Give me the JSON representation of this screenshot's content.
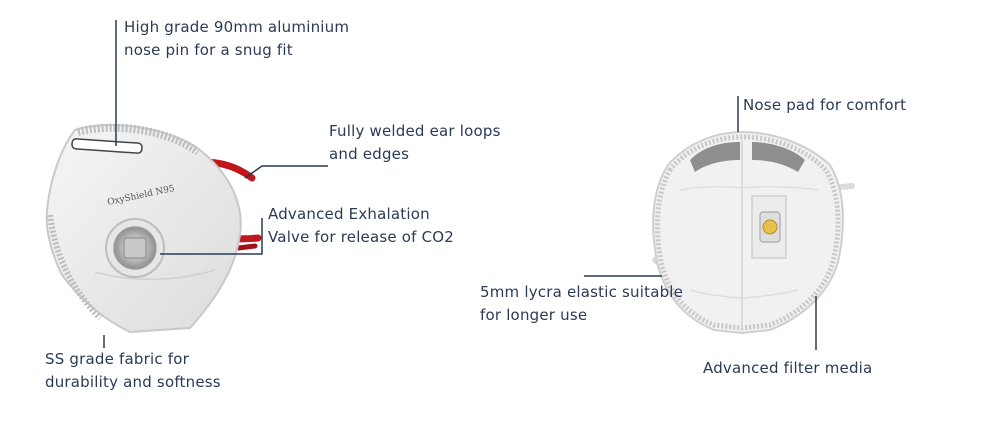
{
  "colors": {
    "text": "#2a3a57",
    "leader_line": "#2a3a57",
    "mask_body": "#eeeeee",
    "mask_edge": "#c9c9c9",
    "ear_loop": "#c0161e",
    "valve": "#b0b0b0",
    "valve_yellow": "#e8c04a",
    "nose_pad": "#8e8e8e"
  },
  "left_mask": {
    "brand_print": "OxyShield N95",
    "callouts": {
      "nose_pin": {
        "line1": "High grade 90mm aluminium",
        "line2": "nose pin for a snug fit"
      },
      "ear_loops": {
        "line1": "Fully welded ear loops",
        "line2": "and edges"
      },
      "exhalation_valve": {
        "line1": "Advanced Exhalation",
        "line2": "Valve for release of CO2"
      },
      "fabric": {
        "line1": "SS grade fabric for",
        "line2": "durability and softness"
      }
    }
  },
  "right_mask": {
    "callouts": {
      "nose_pad": {
        "line1": "Nose pad for comfort"
      },
      "elastic": {
        "line1": "5mm lycra elastic suitable",
        "line2": "for longer use"
      },
      "filter_media": {
        "line1": "Advanced filter media"
      }
    }
  }
}
